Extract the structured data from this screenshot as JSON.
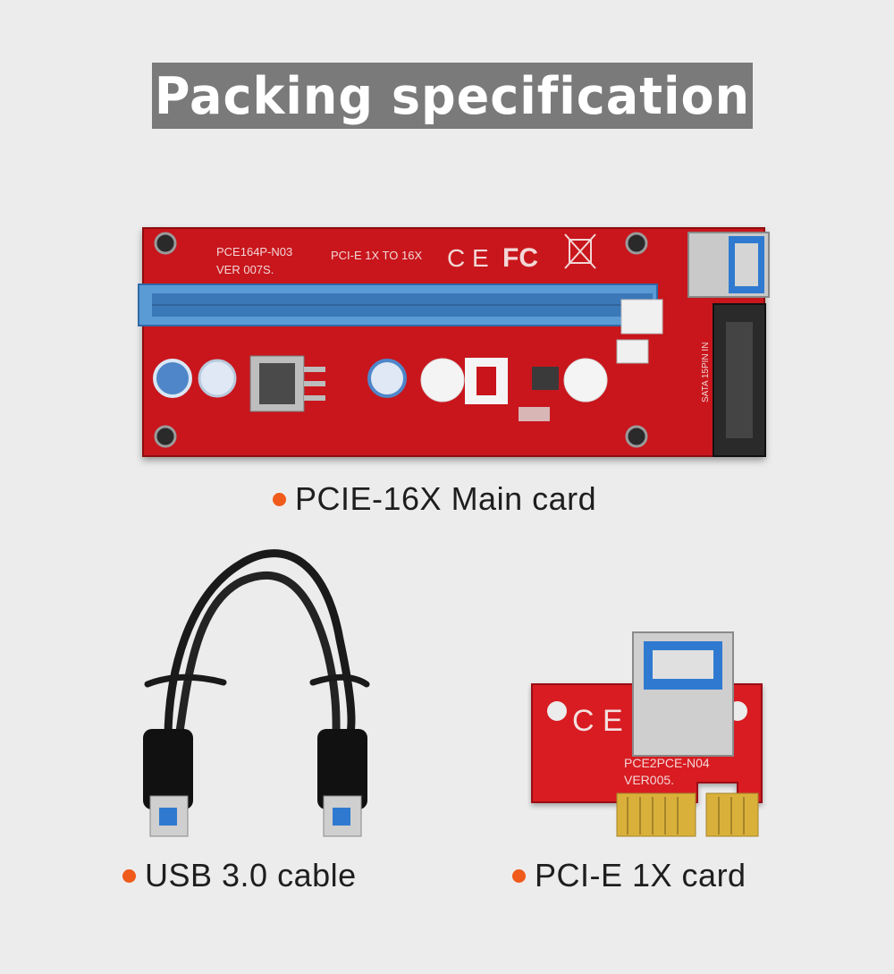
{
  "title": "Packing specification",
  "items": {
    "main_card": {
      "caption": "PCIE-16X Main card",
      "pcb_label_model": "PCE164P-N03",
      "pcb_label_version": "VER 007S.",
      "pcb_label_type": "PCI-E 1X TO 16X",
      "pcb_label_sata": "SATA 15PIN IN"
    },
    "usb_cable": {
      "caption": "USB 3.0 cable"
    },
    "pcie_1x_card": {
      "caption": "PCI-E 1X card",
      "pcb_label_model": "PCE2PCE-N04",
      "pcb_label_version": "VER005."
    }
  },
  "colors": {
    "banner": "#7a7a7a",
    "bullet": "#f05a1a",
    "pcb_red": "#c8141a",
    "slot_blue": "#5b9bd5",
    "usb_blue": "#2f7ad0",
    "gold": "#d9b13a"
  }
}
